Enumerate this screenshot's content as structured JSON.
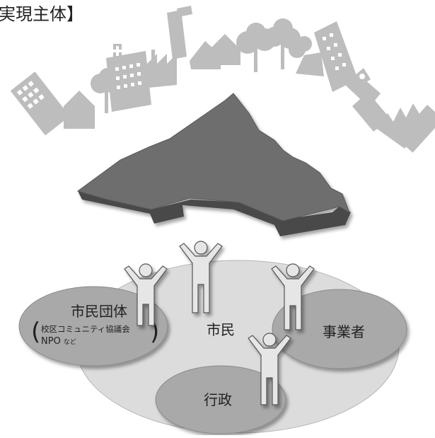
{
  "header": {
    "title": "実現主体】"
  },
  "groups": {
    "citizen_groups": {
      "label": "市民団体",
      "sub_line1": "校区コミュニティ協議会",
      "sub_line2": "NPO",
      "sub_line2_small": "など"
    },
    "citizens": {
      "label": "市民"
    },
    "businesses": {
      "label": "事業者"
    },
    "administration": {
      "label": "行政"
    }
  },
  "colors": {
    "skyline": "#bdbdbd",
    "map": "#6e6e6e",
    "map_side": "#4a4a4a",
    "base_ellipse": "#dcdcdc",
    "group_ellipse": "#a9a9a9",
    "figure": "#e6e6e6"
  },
  "icons": [
    "building-icon",
    "tree-icon",
    "house-icon",
    "factory-icon",
    "clock-tower-icon",
    "person-icon"
  ]
}
